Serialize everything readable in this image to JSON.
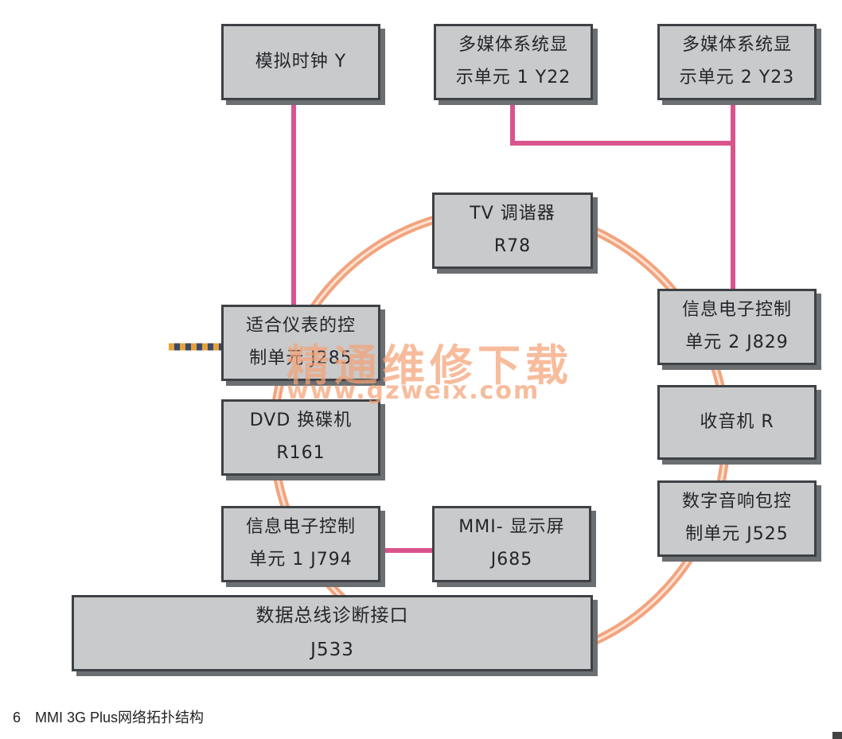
{
  "components": {
    "analog_clock": {
      "line1": "模拟时钟 Y",
      "line2": ""
    },
    "mm_display_1": {
      "line1": "多媒体系统显",
      "line2": "示单元 1 Y22"
    },
    "mm_display_2": {
      "line1": "多媒体系统显",
      "line2": "示单元 2 Y23"
    },
    "tv_tuner": {
      "line1": "TV 调谐器",
      "line2": "R78"
    },
    "instrument_ecu": {
      "line1": "适合仪表的控",
      "line2": "制单元 J285"
    },
    "info_ecu_2": {
      "line1": "信息电子控制",
      "line2": "单元 2 J829"
    },
    "dvd_changer": {
      "line1": "DVD 换碟机",
      "line2": "R161"
    },
    "radio": {
      "line1": "收音机 R",
      "line2": ""
    },
    "info_ecu_1": {
      "line1": "信息电子控制",
      "line2": "单元 1 J794"
    },
    "mmi_display": {
      "line1": "MMI- 显示屏",
      "line2": "J685"
    },
    "sound_ecu": {
      "line1": "数字音响包控",
      "line2": "制单元 J525"
    },
    "diag_interface": {
      "line1": "数据总线诊断接口",
      "line2": "J533"
    }
  },
  "watermark": {
    "title": "精通维修下载",
    "url": "www.gzweix.com"
  },
  "caption": {
    "number": "6",
    "text": "MMI 3G Plus网络拓扑结构"
  },
  "colors": {
    "box_fill": "#c8cacb",
    "box_border": "#3e4145",
    "box_shadow": "#6c6f72",
    "direct_link": "#d9548c",
    "fiber_ring_outer": "#f2a47e",
    "fiber_ring_inner": "#fce3d3",
    "can_stub_dark": "#3b4a66",
    "can_stub_light": "#e6a23c"
  }
}
